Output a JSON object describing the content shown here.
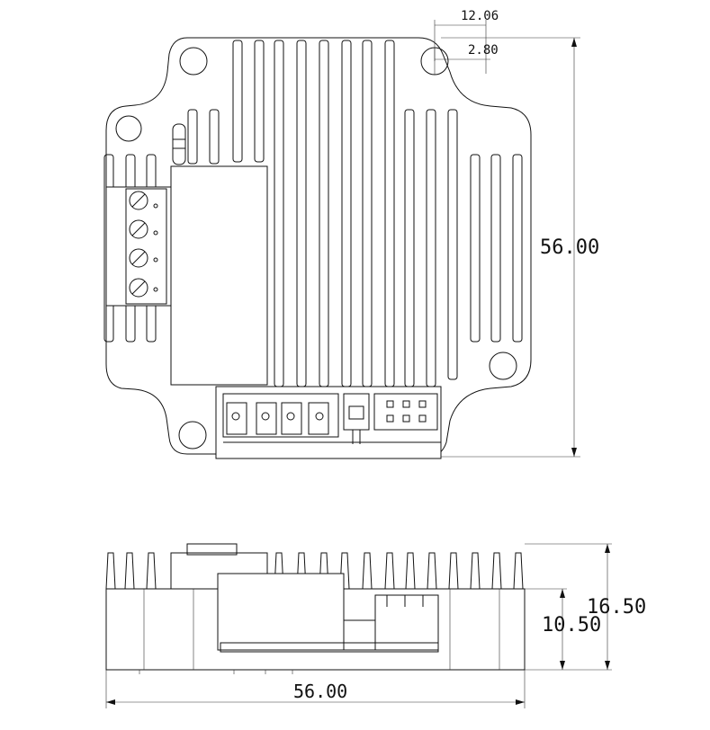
{
  "dimensions": {
    "top_offset": "12.06",
    "hole_offset": "2.80",
    "height_top_view": "56.00",
    "total_height_side": "16.50",
    "base_height_side": "10.50",
    "width_side": "56.00"
  }
}
